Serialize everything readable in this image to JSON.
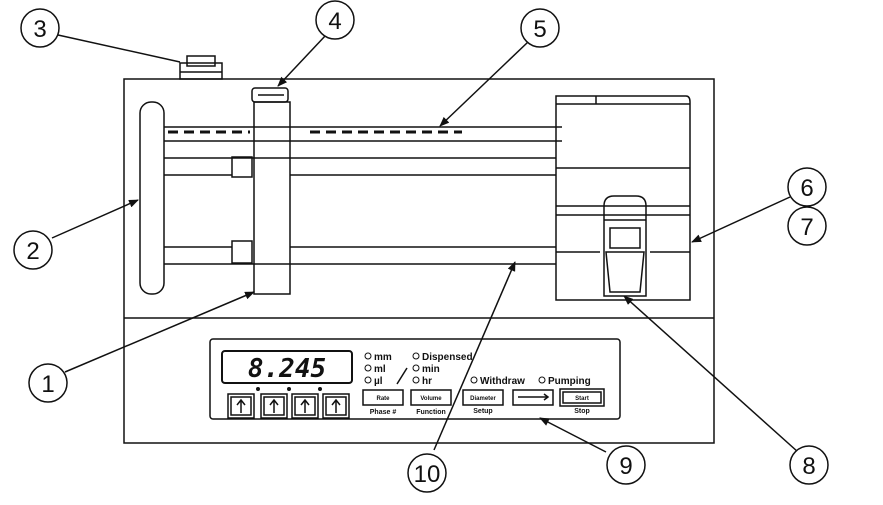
{
  "display": {
    "readout": "8.245"
  },
  "units": {
    "mm": "mm",
    "ml": "ml",
    "ul": "µl",
    "dispensed": "Dispensed",
    "min": "min",
    "hr": "hr",
    "withdraw": "Withdraw",
    "pumping": "Pumping"
  },
  "buttons": {
    "rate": "Rate",
    "volume": "Volume",
    "diameter": "Diameter",
    "start": "Start"
  },
  "button_sublabels": {
    "phase": "Phase #",
    "function": "Function",
    "setup": "Setup",
    "stop": "Stop"
  },
  "callouts": [
    {
      "id": "1",
      "label": "1"
    },
    {
      "id": "2",
      "label": "2"
    },
    {
      "id": "3",
      "label": "3"
    },
    {
      "id": "4",
      "label": "4"
    },
    {
      "id": "5",
      "label": "5"
    },
    {
      "id": "6",
      "label": "6"
    },
    {
      "id": "7",
      "label": "7"
    },
    {
      "id": "8",
      "label": "8"
    },
    {
      "id": "9",
      "label": "9"
    },
    {
      "id": "10",
      "label": "10"
    }
  ],
  "colors": {
    "ink": "#111111",
    "background": "#ffffff"
  }
}
